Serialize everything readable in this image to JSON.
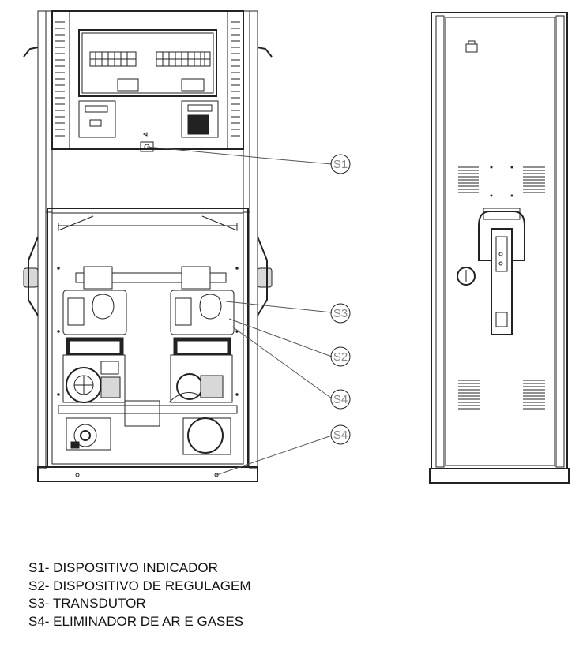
{
  "callouts": [
    {
      "id": "S1",
      "label": "S1"
    },
    {
      "id": "S3",
      "label": "S3"
    },
    {
      "id": "S2",
      "label": "S2"
    },
    {
      "id": "S4a",
      "label": "S4"
    },
    {
      "id": "S4b",
      "label": "S4"
    }
  ],
  "legend": [
    "S1- DISPOSITIVO INDICADOR",
    "S2- DISPOSITIVO DE REGULAGEM",
    "S3- TRANSDUTOR",
    "S4- ELIMINADOR DE AR E GASES"
  ]
}
